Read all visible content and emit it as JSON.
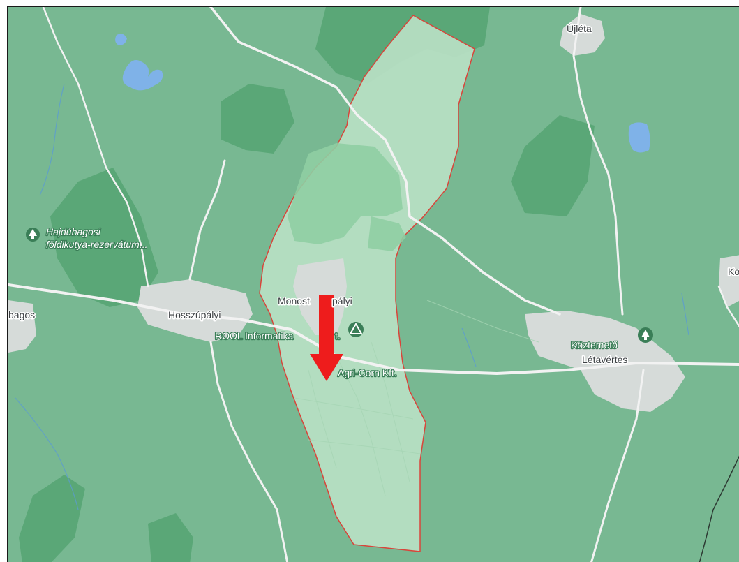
{
  "map": {
    "colors": {
      "base": "#78b892",
      "forest": "#5aa777",
      "highlight_fill": "#b9dfc4",
      "highlight_border": "#d9443a",
      "road": "#f2f2f2",
      "town": "#d6dbd9",
      "water": "#7fb2e8",
      "stream": "#5b9bd2",
      "arrow": "#ee1c1c"
    },
    "labels": {
      "ujleta": "Újléta",
      "reserve_line1": "Hajdúbagosi",
      "reserve_line2": "földikutya-rezervátum...",
      "ko": "Ko",
      "bagos": "bagos",
      "hosszupalyi": "Hosszúpályi",
      "monostorpalyi_a": "Monost",
      "monostorpalyi_b": "pályi",
      "rool": "ROOL Informatika",
      "rool_tail": "t.",
      "agricorn": "Agri-Corn Kft.",
      "koztemeto": "Köztemető",
      "letavertes": "Létavértes"
    }
  }
}
